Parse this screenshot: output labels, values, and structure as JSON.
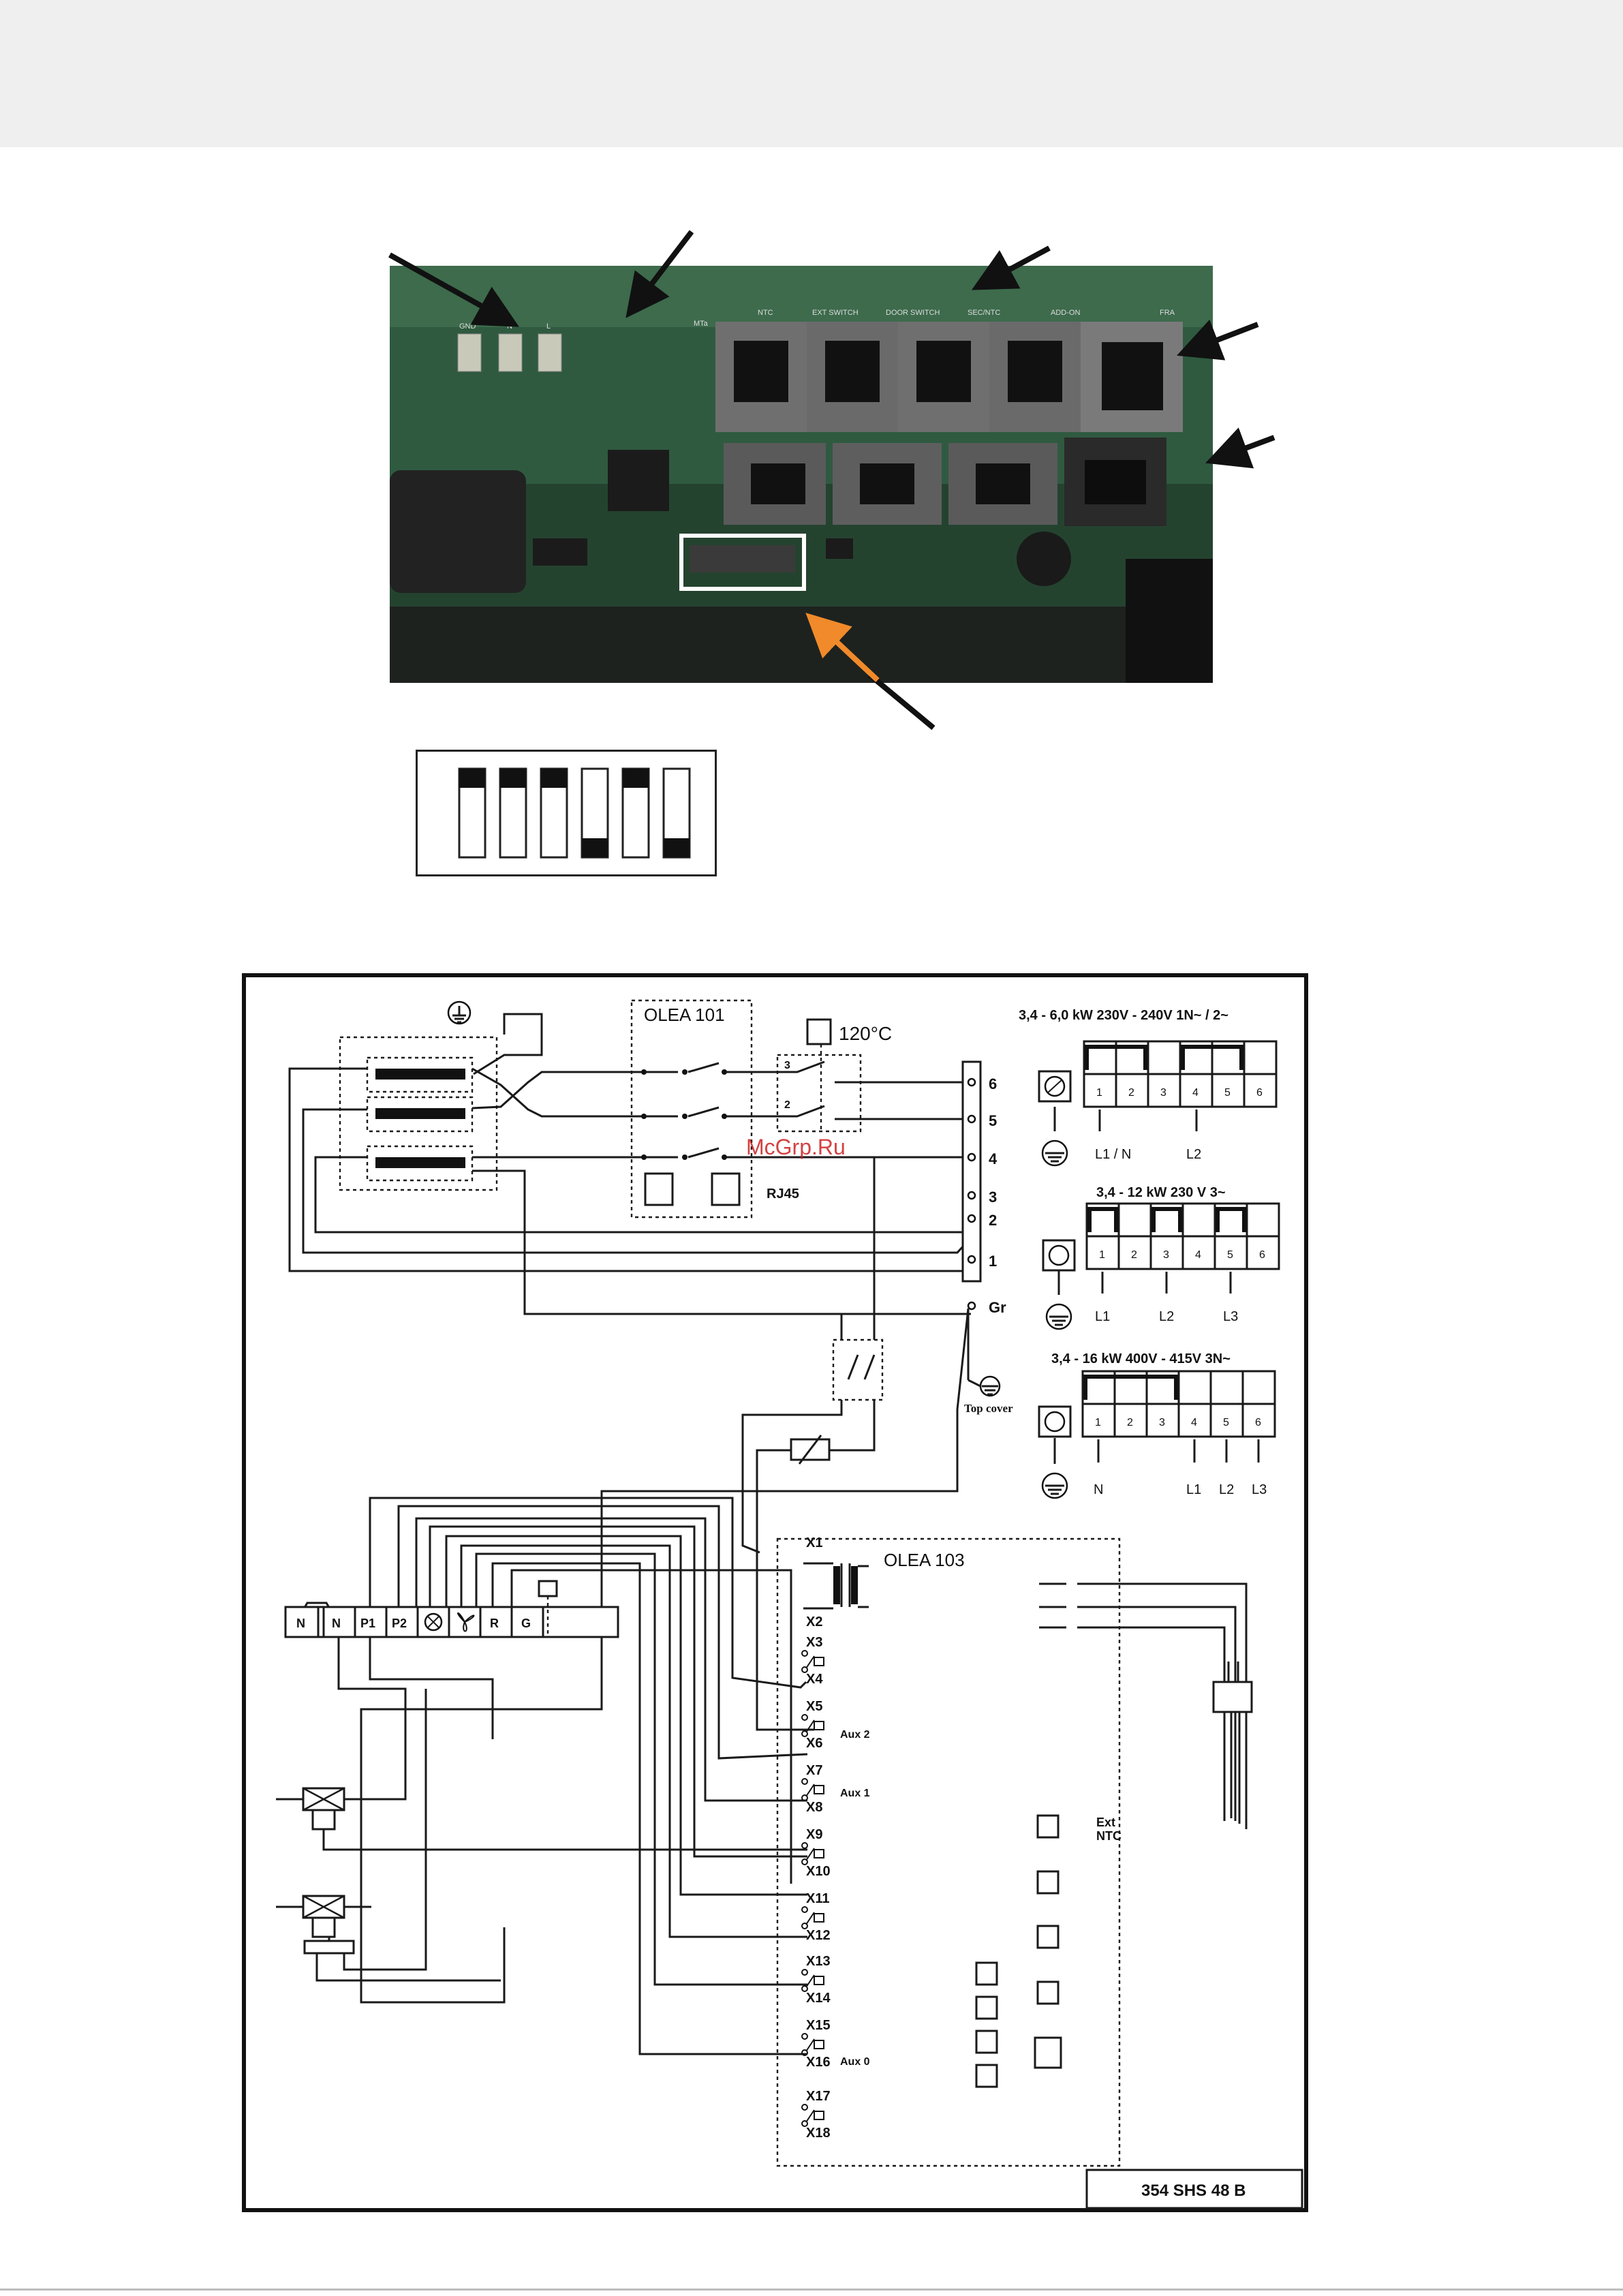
{
  "photo": {
    "connector_labels": [
      "GND",
      "N",
      "L",
      "MTa",
      "NTC",
      "EXT SWITCH",
      "DOOR SWITCH",
      "SEC/NTC",
      "ADD-ON",
      "FRA"
    ]
  },
  "dip_switch": {
    "positions": [
      "up",
      "up",
      "up",
      "down",
      "up",
      "down"
    ]
  },
  "wiring": {
    "olea101": "OLEA 101",
    "rj45": "RJ45",
    "overheat": "120°C",
    "overheat_contacts": [
      "3",
      "2"
    ],
    "terminal_numbers": [
      "6",
      "5",
      "4",
      "3",
      "2",
      "1"
    ],
    "gr": "Gr",
    "top_cover": "Top cover",
    "block1": {
      "title": "3,4 - 6,0 kW  230V - 240V  1N~ / 2~",
      "nums": [
        "1",
        "2",
        "3",
        "4",
        "5",
        "6"
      ],
      "labels": [
        "L1 / N",
        "L2"
      ]
    },
    "block2": {
      "title": "3,4 - 12 kW  230 V  3~",
      "nums": [
        "1",
        "2",
        "3",
        "4",
        "5",
        "6"
      ],
      "labels": [
        "L1",
        "L2",
        "L3"
      ]
    },
    "block3": {
      "title": "3,4 - 16 kW  400V - 415V  3N~",
      "nums": [
        "1",
        "2",
        "3",
        "4",
        "5",
        "6"
      ],
      "labels": [
        "N",
        "L1",
        "L2",
        "L3"
      ]
    },
    "olea103": "OLEA 103",
    "connector_terms": [
      "N",
      "N",
      "P1",
      "P2",
      "R",
      "G"
    ],
    "x_pairs": [
      [
        "X1",
        "X2"
      ],
      [
        "X3",
        "X4"
      ],
      [
        "X5",
        "X6"
      ],
      [
        "X7",
        "X8"
      ],
      [
        "X9",
        "X10"
      ],
      [
        "X11",
        "X12"
      ],
      [
        "X13",
        "X14"
      ],
      [
        "X15",
        "X16"
      ],
      [
        "X17",
        "X18"
      ]
    ],
    "aux2": "Aux 2",
    "aux1": "Aux 1",
    "aux0": "Aux 0",
    "ext_ntc": [
      "Ext",
      "NTC"
    ],
    "watermark": "McGrp.Ru",
    "drawing_number": "354   SHS   48 B"
  },
  "colors": {
    "pcb_green": "#2f5a40",
    "arrow_orange": "#f08a2a",
    "watermark_red": "#cc2222"
  }
}
